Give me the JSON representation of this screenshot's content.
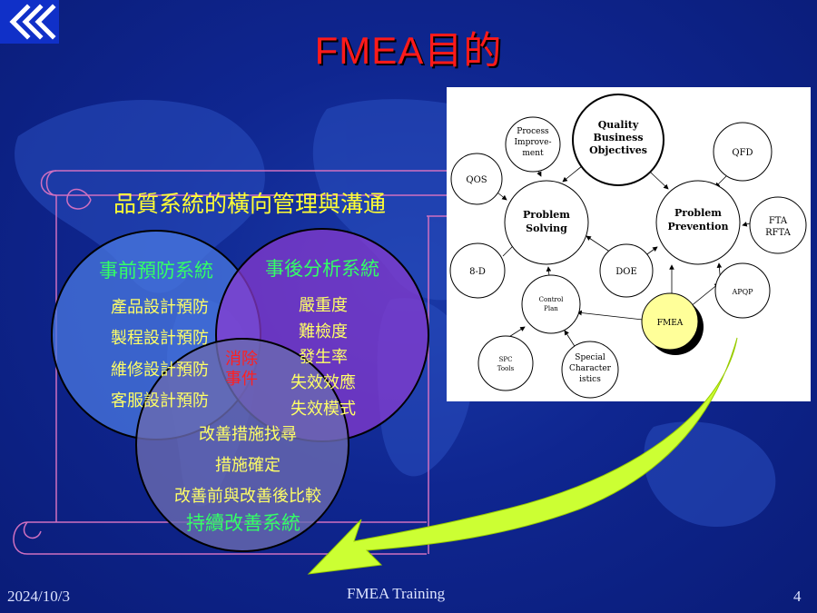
{
  "slide": {
    "title": "FMEA目的",
    "subtitle": "品質系統的橫向管理與溝通",
    "footer_date": "2024/10/3",
    "footer_center": "FMEA Training",
    "page_number": "4"
  },
  "venn": {
    "left": {
      "heading": "事前預防系統",
      "items": [
        "產品設計預防",
        "製程設計預防",
        "維修設計預防",
        "客服設計預防"
      ]
    },
    "right": {
      "heading": "事後分析系統",
      "items": [
        "嚴重度",
        "難檢度",
        "發生率",
        "失效效應",
        "失效模式"
      ]
    },
    "bottom": {
      "heading": "持續改善系統",
      "items": [
        "改善措施找尋",
        "措施確定",
        "改善前與改善後比較"
      ]
    },
    "center": [
      "消除",
      "事件"
    ]
  },
  "diagram": {
    "nodes": {
      "process_improvement": [
        "Process",
        "Improve-",
        "ment"
      ],
      "quality_objectives": [
        "Quality",
        "Business",
        "Objectives"
      ],
      "qfd": "QFD",
      "qos": "QOS",
      "problem_solving": [
        "Problem",
        "Solving"
      ],
      "problem_prevention": [
        "Problem",
        "Prevention"
      ],
      "fta": [
        "FTA",
        "RFTA"
      ],
      "eight_d": "8-D",
      "doe": "DOE",
      "apqp": "APQP",
      "control_plan": [
        "Control",
        "Plan"
      ],
      "fmea": "FMEA",
      "spc": [
        "SPC",
        "Tools"
      ],
      "special": [
        "Special",
        "Character",
        "istics"
      ]
    }
  },
  "colors": {
    "background": "#0f2690",
    "title": "#ff1a1a",
    "yellow_text": "#ffff33",
    "green_heading": "#33ff66",
    "fmea_node": "#ffff99",
    "arrow": "#ccff33"
  }
}
